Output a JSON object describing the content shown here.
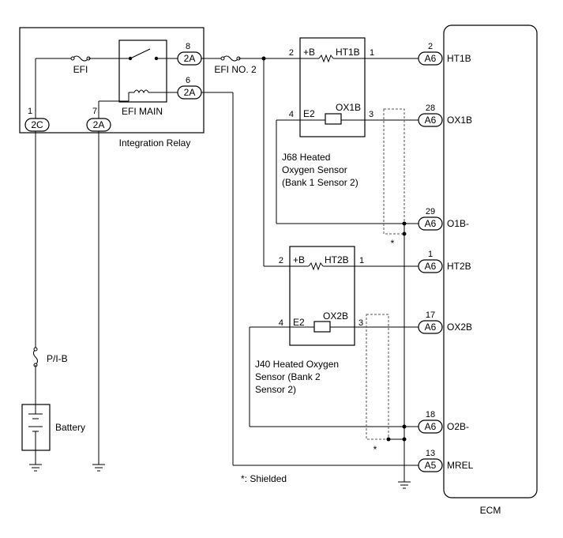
{
  "integration_relay": {
    "name": "Integration Relay",
    "efi": "EFI",
    "efi_main": "EFI MAIN",
    "pins": [
      {
        "pin": "8",
        "connector": "2A"
      },
      {
        "pin": "6",
        "connector": "2A"
      },
      {
        "pin": "1",
        "connector": "2C"
      },
      {
        "pin": "7",
        "connector": "2A"
      }
    ]
  },
  "fuses": {
    "efi_no2": "EFI NO. 2",
    "pib": "P/I-B"
  },
  "battery": "Battery",
  "sensor1": {
    "name_lines": [
      "J68 Heated",
      "Oxygen Sensor",
      "(Bank 1 Sensor 2)"
    ],
    "b": "+B",
    "ht": "HT1B",
    "e2": "E2",
    "ox": "OX1B",
    "pin_b": "2",
    "pin_ht": "1",
    "pin_e2": "4",
    "pin_ox": "3"
  },
  "sensor2": {
    "name_lines": [
      "J40 Heated Oxygen",
      "Sensor (Bank 2",
      "Sensor 2)"
    ],
    "b": "+B",
    "ht": "HT2B",
    "e2": "E2",
    "ox": "OX2B",
    "pin_b": "2",
    "pin_ht": "1",
    "pin_e2": "4",
    "pin_ox": "3"
  },
  "ecm": {
    "name": "ECM",
    "terminals": [
      {
        "pin": "2",
        "connector": "A6",
        "name": "HT1B"
      },
      {
        "pin": "28",
        "connector": "A6",
        "name": "OX1B"
      },
      {
        "pin": "29",
        "connector": "A6",
        "name": "O1B-"
      },
      {
        "pin": "1",
        "connector": "A6",
        "name": "HT2B"
      },
      {
        "pin": "17",
        "connector": "A6",
        "name": "OX2B"
      },
      {
        "pin": "18",
        "connector": "A6",
        "name": "O2B-"
      },
      {
        "pin": "13",
        "connector": "A5",
        "name": "MREL"
      }
    ]
  },
  "shield_mark_1": "*",
  "shield_mark_2": "*",
  "legend": "*: Shielded"
}
